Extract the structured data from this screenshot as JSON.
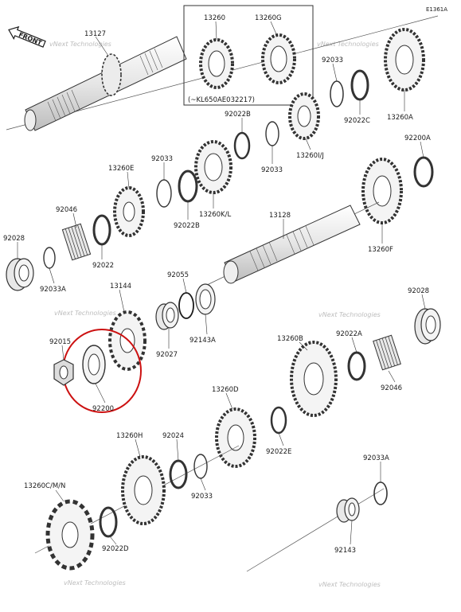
{
  "diagram": {
    "drawing_code": "E1361A",
    "front_label": "FRONT",
    "inset_note": "(~KL650AE032217)",
    "watermark": "vNext Technologies",
    "highlight_color": "#cc1111",
    "line_color": "#333333",
    "part_fill": "#f4f4f4",
    "labels": [
      {
        "id": "13127",
        "text": "13127"
      },
      {
        "id": "13260",
        "text": "13260"
      },
      {
        "id": "13260g",
        "text": "13260G"
      },
      {
        "id": "92033-a",
        "text": "92033"
      },
      {
        "id": "13260a",
        "text": "13260A"
      },
      {
        "id": "92022c",
        "text": "92022C"
      },
      {
        "id": "92022b-top",
        "text": "92022B"
      },
      {
        "id": "13260ij",
        "text": "13260I/J"
      },
      {
        "id": "92033-b",
        "text": "92033"
      },
      {
        "id": "92200a",
        "text": "92200A"
      },
      {
        "id": "92033-c",
        "text": "92033"
      },
      {
        "id": "13260e",
        "text": "13260E"
      },
      {
        "id": "13260kl",
        "text": "13260K/L"
      },
      {
        "id": "92022b",
        "text": "92022B"
      },
      {
        "id": "13128",
        "text": "13128"
      },
      {
        "id": "92046-a",
        "text": "92046"
      },
      {
        "id": "13260f",
        "text": "13260F"
      },
      {
        "id": "92028-a",
        "text": "92028"
      },
      {
        "id": "92022",
        "text": "92022"
      },
      {
        "id": "92033a-a",
        "text": "92033A"
      },
      {
        "id": "92055",
        "text": "92055"
      },
      {
        "id": "13144",
        "text": "13144"
      },
      {
        "id": "92028-b",
        "text": "92028"
      },
      {
        "id": "92015",
        "text": "92015"
      },
      {
        "id": "92027",
        "text": "92027"
      },
      {
        "id": "92143a",
        "text": "92143A"
      },
      {
        "id": "13260b",
        "text": "13260B"
      },
      {
        "id": "92022a",
        "text": "92022A"
      },
      {
        "id": "92200",
        "text": "92200"
      },
      {
        "id": "92046-b",
        "text": "92046"
      },
      {
        "id": "13260d",
        "text": "13260D"
      },
      {
        "id": "13260h",
        "text": "13260H"
      },
      {
        "id": "92024",
        "text": "92024"
      },
      {
        "id": "92022e",
        "text": "92022E"
      },
      {
        "id": "92033-d",
        "text": "92033"
      },
      {
        "id": "92033a-b",
        "text": "92033A"
      },
      {
        "id": "13260cmn",
        "text": "13260C/M/N"
      },
      {
        "id": "92022d",
        "text": "92022D"
      },
      {
        "id": "92143",
        "text": "92143"
      }
    ]
  }
}
